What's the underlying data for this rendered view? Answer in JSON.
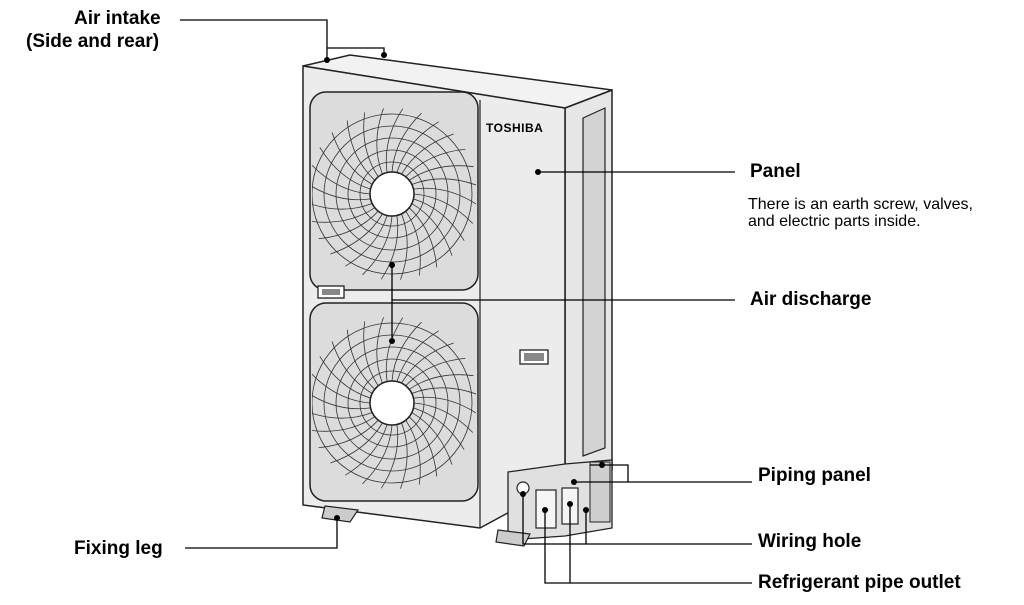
{
  "brand": "TOSHIBA",
  "labels": {
    "air_intake_line1": "Air intake",
    "air_intake_line2": "(Side and rear)",
    "panel": "Panel",
    "panel_note_line1": "There is an earth screw, valves,",
    "panel_note_line2": "and electric parts inside.",
    "air_discharge": "Air discharge",
    "piping_panel": "Piping panel",
    "fixing_leg": "Fixing leg",
    "wiring_hole": "Wiring hole",
    "refrigerant_pipe_outlet": "Refrigerant pipe outlet"
  }
}
